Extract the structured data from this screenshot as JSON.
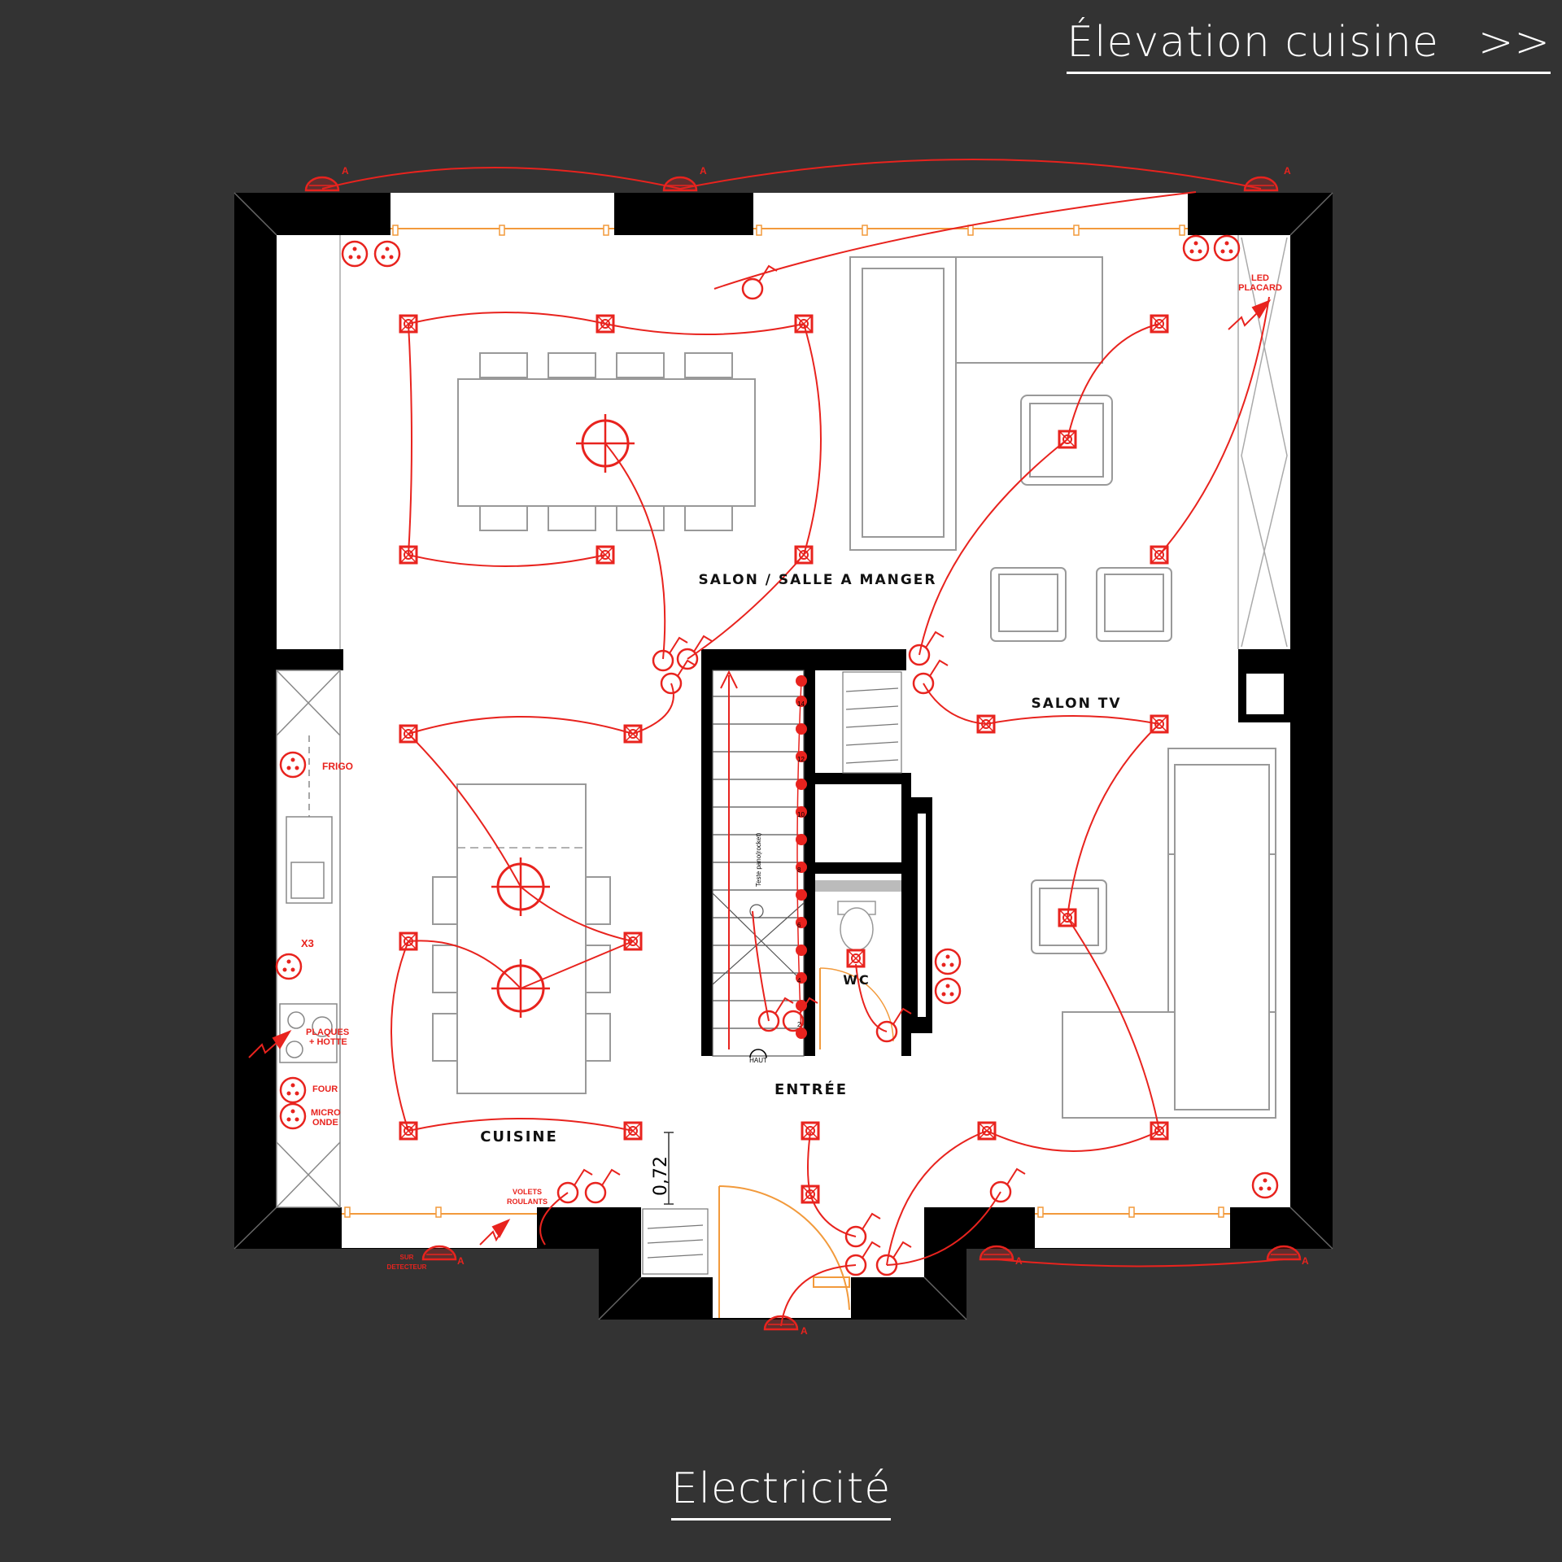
{
  "nav": {
    "link_label": "Élevation cuisine",
    "arrow": ">>"
  },
  "caption": "Electricité",
  "rooms": {
    "salon_salle": "SALON / SALLE A MANGER",
    "salon_tv": "SALON TV",
    "cuisine": "CUISINE",
    "entree": "ENTRÉE",
    "wc": "WC"
  },
  "annotations": {
    "led_placard": [
      "LED",
      "PLACARD"
    ],
    "frigo": "FRIGO",
    "x3": "X3",
    "plaques_hotte": [
      "PLAQUES",
      "+ HOTTE"
    ],
    "four": "FOUR",
    "micro_onde": [
      "MICRO",
      "ONDE"
    ],
    "volets_roulants": [
      "VOLETS",
      "ROULANTS"
    ],
    "sur_detecteur": [
      "SUR",
      "DETECTEUR"
    ],
    "marker_a": "A",
    "haut": "HAUT",
    "stair_note": "Teste pano(rocket)",
    "dimension": "0,72",
    "stair_numbers": [
      "14",
      "12",
      "10",
      "8",
      "6",
      "4",
      "2"
    ]
  },
  "colors": {
    "background": "#333333",
    "wall": "#000000",
    "floor": "#ffffff",
    "electric": "#e8231e",
    "door": "#f29a3c",
    "furniture": "#999999"
  }
}
